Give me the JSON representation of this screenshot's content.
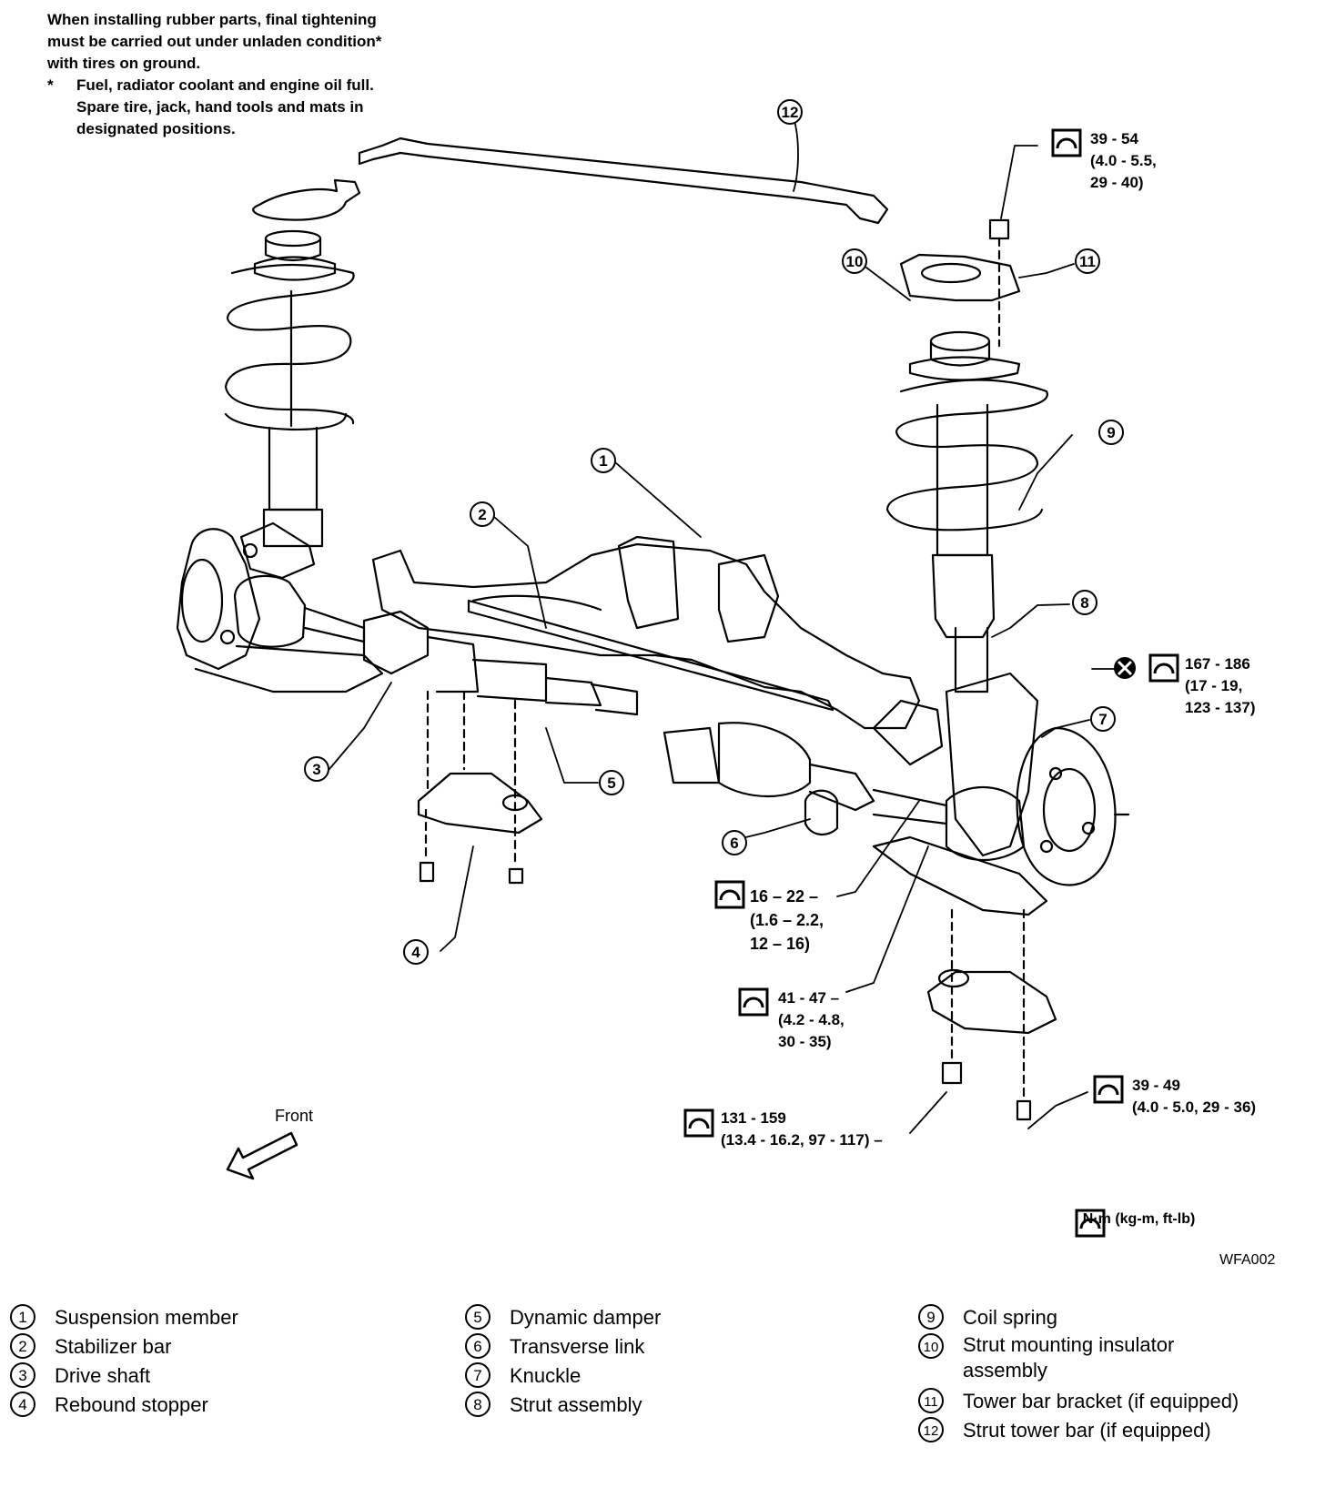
{
  "note": {
    "line1": "When installing rubber parts, final tightening",
    "line2": "must be carried out under unladen condition*",
    "line3": "with tires on ground.",
    "star": "*",
    "bullet1": "Fuel, radiator coolant and engine oil full.",
    "bullet2": "Spare tire, jack, hand tools and mats in",
    "bullet3": "designated positions."
  },
  "callouts": [
    "1",
    "2",
    "3",
    "4",
    "5",
    "6",
    "7",
    "8",
    "9",
    "10",
    "11",
    "12"
  ],
  "torques": {
    "t1": [
      "39 - 54",
      "(4.0 - 5.5,",
      "29 - 40)"
    ],
    "t2": [
      "167 - 186",
      "(17 - 19,",
      "123 - 137)"
    ],
    "t3": [
      "16 – 22 –",
      "(1.6 – 2.2,",
      "12 – 16)"
    ],
    "t4": [
      "41 - 47 –",
      "(4.2 - 4.8,",
      "30 - 35)"
    ],
    "t5": [
      "131 - 159",
      "(13.4 - 16.2, 97 - 117) –"
    ],
    "t6": [
      "39 - 49",
      "(4.0 - 5.0, 29 - 36)"
    ]
  },
  "front_label": "Front",
  "legend_key": ": N·m (kg-m, ft-lb)",
  "figure_code": "WFA002",
  "parts": [
    {
      "num": "1",
      "label": "Suspension member"
    },
    {
      "num": "2",
      "label": "Stabilizer bar"
    },
    {
      "num": "3",
      "label": "Drive shaft"
    },
    {
      "num": "4",
      "label": "Rebound stopper"
    },
    {
      "num": "5",
      "label": "Dynamic damper"
    },
    {
      "num": "6",
      "label": "Transverse link"
    },
    {
      "num": "7",
      "label": "Knuckle"
    },
    {
      "num": "8",
      "label": "Strut assembly"
    },
    {
      "num": "9",
      "label": "Coil spring"
    },
    {
      "num": "10",
      "label": "Strut mounting insulator assembly"
    },
    {
      "num": "11",
      "label": "Tower bar bracket (if equipped)"
    },
    {
      "num": "12",
      "label": "Strut tower bar (if equipped)"
    }
  ]
}
